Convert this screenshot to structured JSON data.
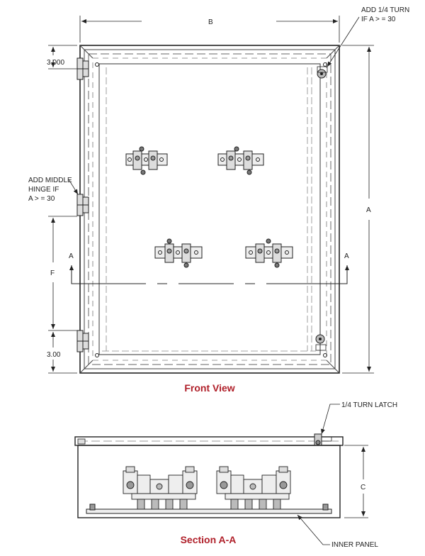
{
  "front_view": {
    "title": "Front View",
    "dimensions": {
      "width": "B",
      "height": "A",
      "top_hinge_offset": "3.000",
      "bottom_hinge_offset": "3.00",
      "hinge_span": "F"
    },
    "notes": {
      "quarter_turn_line1": "ADD 1/4 TURN",
      "quarter_turn_line2": "IF A  > = 30",
      "middle_hinge_line1": "ADD MIDDLE",
      "middle_hinge_line2": "HINGE IF",
      "middle_hinge_line3": "A > = 30"
    },
    "section_marker": "A"
  },
  "section_view": {
    "title": "Section A-A",
    "depth_dimension": "C",
    "callouts": {
      "latch": "1/4 TURN LATCH",
      "inner_panel": "INNER PANEL"
    }
  },
  "colors": {
    "title": "#b0202a",
    "line": "#222222"
  }
}
